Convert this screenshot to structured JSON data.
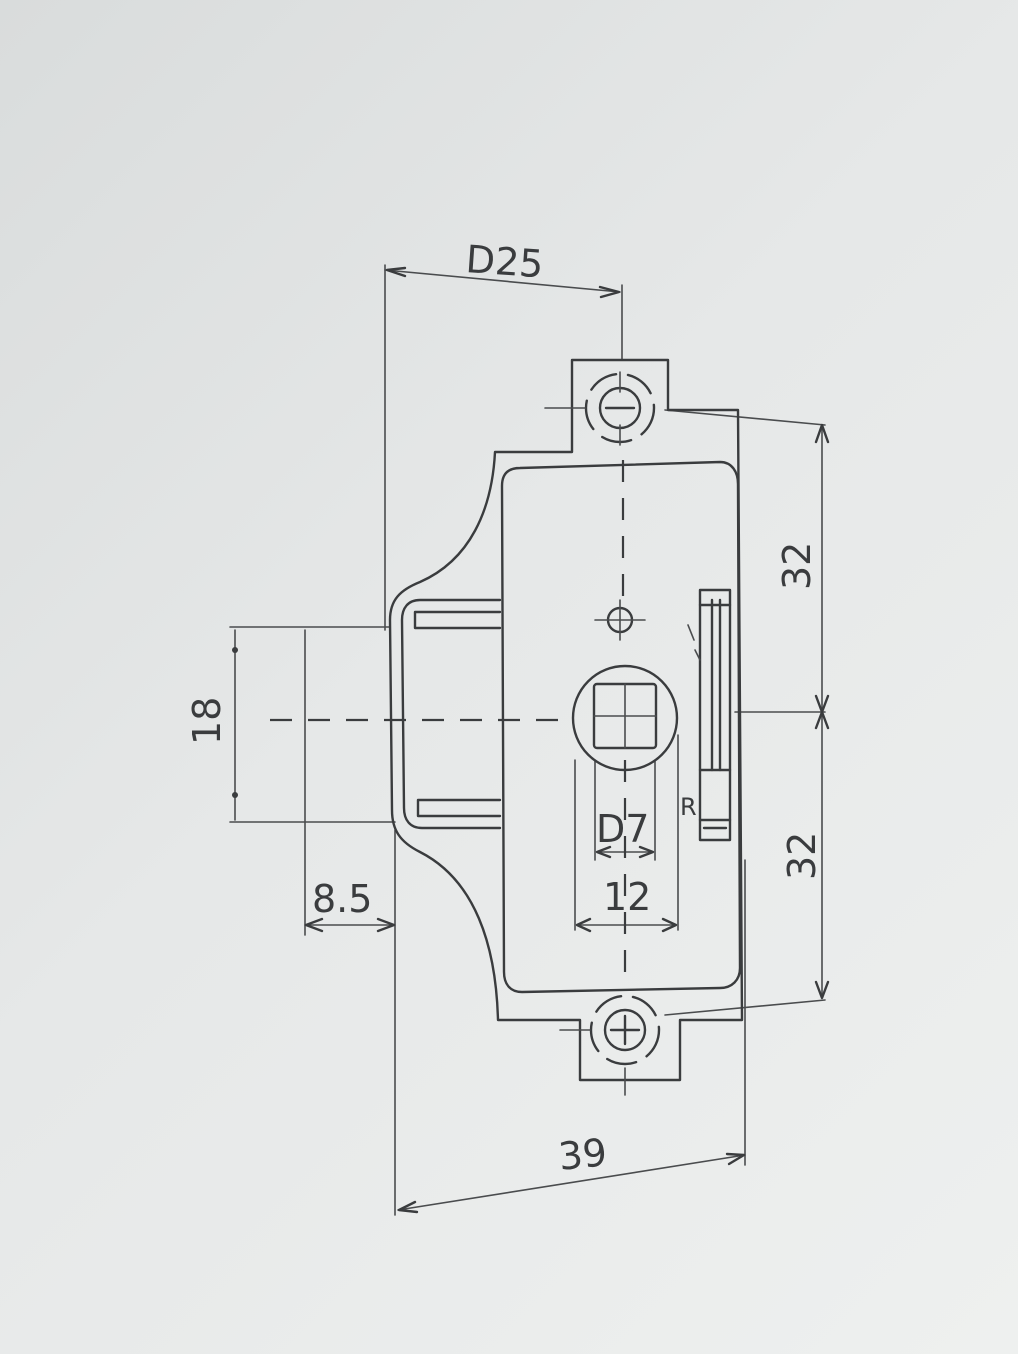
{
  "dimensions": {
    "d25": "D25",
    "d18": "18",
    "d8_5": "8.5",
    "d7": "D7",
    "d12": "12",
    "d32_top": "32",
    "d32_bottom": "32",
    "d39": "39",
    "r": "R"
  },
  "colors": {
    "line": "#3a3c3e",
    "paper": "#e6e8e8"
  }
}
